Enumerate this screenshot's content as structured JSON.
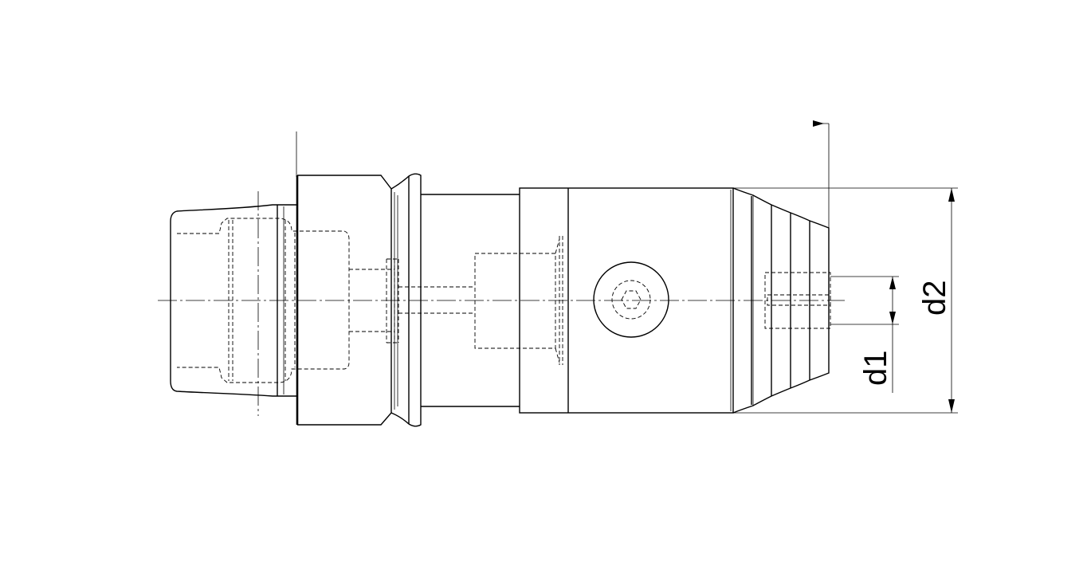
{
  "drawing": {
    "dimensions": [
      {
        "id": "d1",
        "label": "d1"
      },
      {
        "id": "d2",
        "label": "d2"
      }
    ]
  }
}
